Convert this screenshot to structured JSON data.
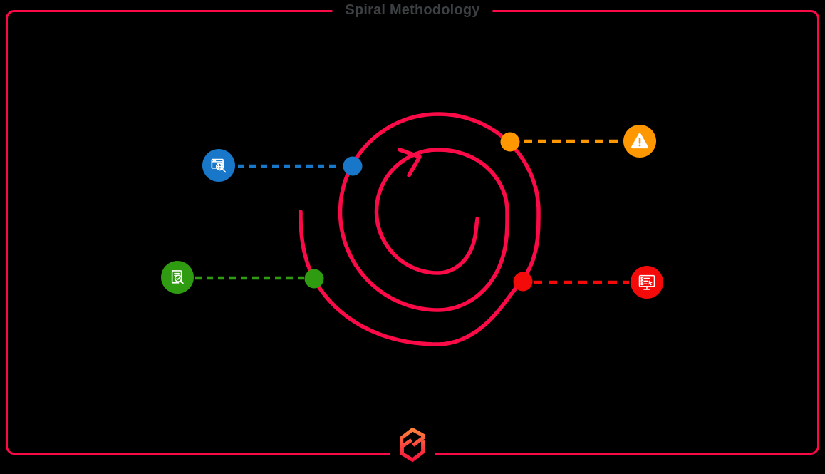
{
  "title": "Spiral Methodology",
  "title_color": "#3c4043",
  "canvas": {
    "background": "#000000",
    "border_color": "#fa0a46"
  },
  "spiral": {
    "color": "#fa0a46",
    "direction_arrow": "clockwise-arrow-icon",
    "turns": 2.5
  },
  "nodes": [
    {
      "id": "planning-analysis",
      "icon": "browser-search-icon",
      "color": "#1877c9"
    },
    {
      "id": "risk-analysis",
      "icon": "warning-triangle-icon",
      "color": "#ff9800"
    },
    {
      "id": "development-test",
      "icon": "monitor-code-icon",
      "color": "#f50a0a"
    },
    {
      "id": "evaluation-review",
      "icon": "document-check-search-icon",
      "color": "#2e9b10"
    }
  ],
  "logo": {
    "name": "brand-cube-logo",
    "gradient": [
      "#ff8a3c",
      "#f8093f"
    ]
  }
}
